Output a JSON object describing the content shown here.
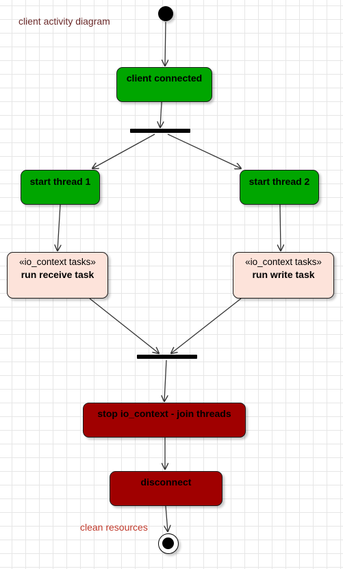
{
  "diagram": {
    "title": "client activity diagram",
    "end_note": "clean resources",
    "nodes": {
      "client_connected": "client connected",
      "start_thread_1": "start thread 1",
      "start_thread_2": "start thread 2",
      "receive_stereotype": "«io_context tasks»",
      "receive_task": "run receive task",
      "write_stereotype": "«io_context tasks»",
      "write_task": "run write task",
      "stop_io_context": "stop io_context - join threads",
      "disconnect": "disconnect"
    },
    "colors": {
      "action_green": "#00a600",
      "action_red": "#a00000",
      "task_fill": "#fde3da",
      "title_text": "#6b2a2a",
      "note_text": "#c0392b"
    }
  }
}
